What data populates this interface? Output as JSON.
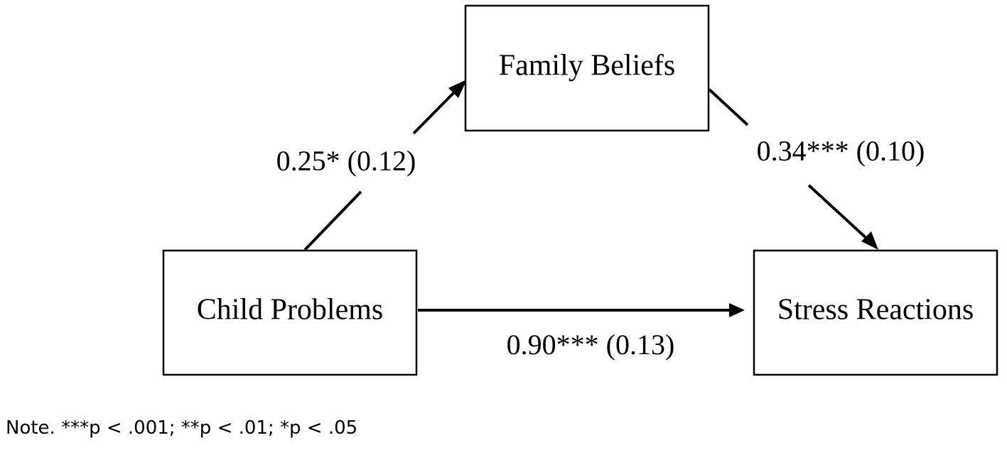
{
  "nodes": {
    "mediator": {
      "label": "Family Beliefs"
    },
    "predictor": {
      "label": "Child Problems"
    },
    "outcome": {
      "label": "Stress Reactions"
    }
  },
  "paths": {
    "a": {
      "label": "0.25* (0.12)"
    },
    "b": {
      "label": "0.34*** (0.10)"
    },
    "c": {
      "label": "0.90*** (0.13)"
    }
  },
  "note": "Note. ***p < .001; **p < .01; *p < .05",
  "colors": {
    "stroke": "#000000",
    "background": "#ffffff"
  }
}
